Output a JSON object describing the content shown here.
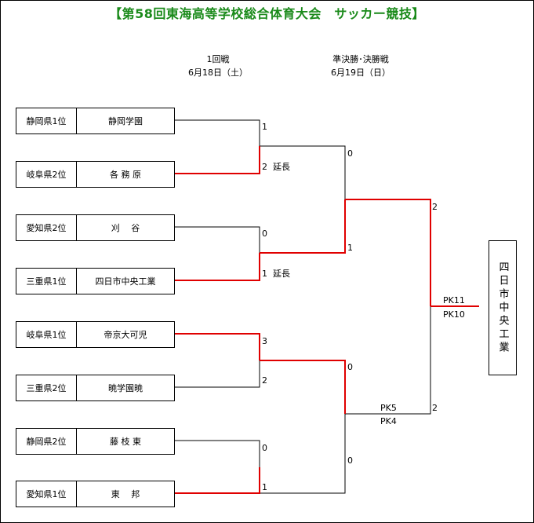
{
  "title": "【第58回東海高等学校総合体育大会　サッカー競技】",
  "round1": {
    "label": "1回戦",
    "date": "6月18日（土）"
  },
  "final_round": {
    "label": "準決勝･決勝戦",
    "date": "6月19日（日）"
  },
  "colors": {
    "title": "#1a8a1a",
    "winner_line": "#e00000",
    "line": "#000000"
  },
  "teams": [
    {
      "pref": "静岡県1位",
      "name": "静岡学園"
    },
    {
      "pref": "岐阜県2位",
      "name": "各 務 原"
    },
    {
      "pref": "愛知県2位",
      "name": "刈　 谷"
    },
    {
      "pref": "三重県1位",
      "name": "四日市中央工業"
    },
    {
      "pref": "岐阜県1位",
      "name": "帝京大可児"
    },
    {
      "pref": "三重県2位",
      "name": "暁学園暁"
    },
    {
      "pref": "静岡県2位",
      "name": "藤 枝 東"
    },
    {
      "pref": "愛知県1位",
      "name": "東　 邦"
    }
  ],
  "scores": {
    "m1_top": "1",
    "m1_bot": "2",
    "m1_note": "延長",
    "m2_top": "0",
    "m2_bot": "1",
    "m2_note": "延長",
    "m3_top": "3",
    "m3_bot": "2",
    "m4_top": "0",
    "m4_bot": "1",
    "sf1_top": "0",
    "sf1_bot": "1",
    "sf2_top": "0",
    "sf2_bot": "0",
    "sf2_pk_top": "PK5",
    "sf2_pk_bot": "PK4",
    "f_top": "2",
    "f_bot": "2",
    "f_pk_top": "PK11",
    "f_pk_bot": "PK10"
  },
  "champion": "四日市中央工業"
}
